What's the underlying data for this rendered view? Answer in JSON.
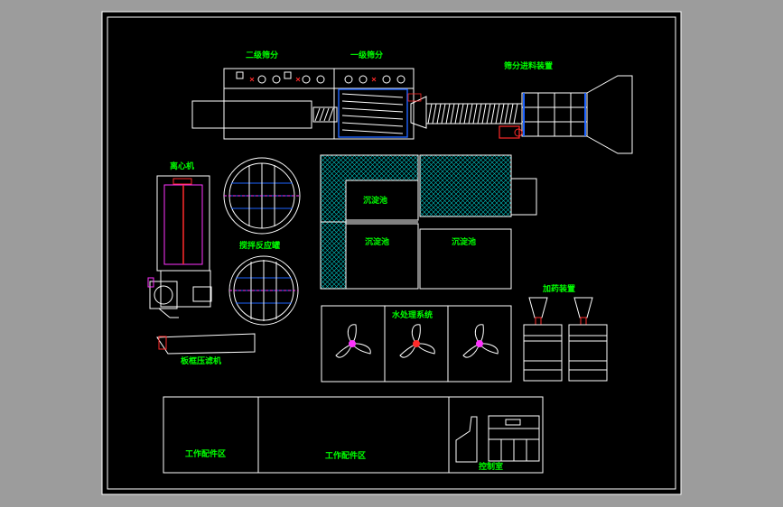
{
  "colors": {
    "background": "#9c9c9c",
    "sheet": "#000000",
    "line": "#ffffff",
    "label": "#00ff00",
    "accent_blue": "#1e63ff",
    "accent_red": "#ff2a2a",
    "accent_magenta": "#ff33ff",
    "hatch": "#00c8c8"
  },
  "labels": {
    "stage2_screen": "二级筛分",
    "stage1_screen": "一级筛分",
    "feeder": "筛分进料装置",
    "centrifuge": "离心机",
    "reactor": "搅拌反应罐",
    "filter_press": "板框压滤机",
    "settling_tank_1": "沉淀池",
    "settling_tank_2": "沉淀池",
    "settling_tank_3": "沉淀池",
    "water_treatment": "水处理系统",
    "dosing_device": "加药装置",
    "work_area_1": "工作配件区",
    "work_area_2": "工作配件区",
    "control_room": "控制室"
  }
}
